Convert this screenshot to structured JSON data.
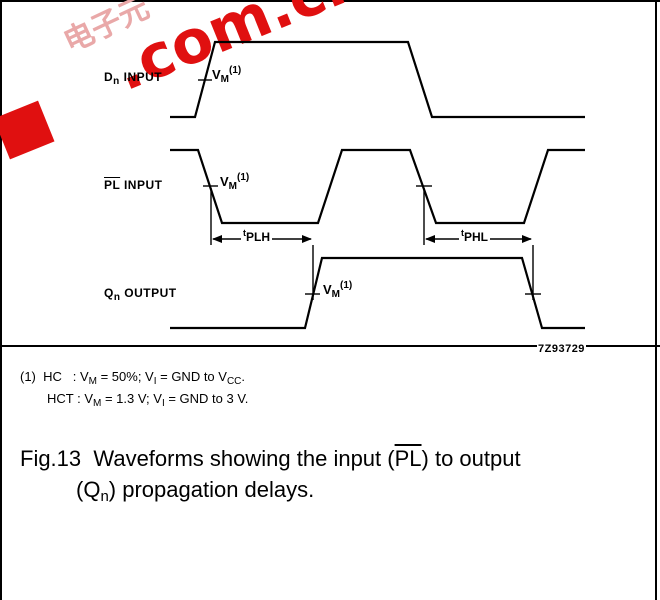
{
  "signals": {
    "dn": {
      "base": "D",
      "sub": "n",
      "suffix": " INPUT"
    },
    "pl": {
      "overlined": "PL",
      "suffix": " INPUT"
    },
    "qn": {
      "base": "Q",
      "sub": "n",
      "suffix": " OUTPUT"
    }
  },
  "vm_marker": {
    "base": "V",
    "sub": "M",
    "sup": "(1)"
  },
  "timings": {
    "tplh": {
      "t": "t",
      "sub": "PLH"
    },
    "tphl": {
      "t": "t",
      "sub": "PHL"
    }
  },
  "figure_code": "7Z93729",
  "notes": {
    "number": "(1)",
    "hc_label": "HC",
    "hc": {
      "a": "V",
      "a_sub": "M",
      "b": " = 50%; V",
      "b_sub": "I",
      "c": " = GND to V",
      "c_sub": "CC",
      "d": "."
    },
    "hct_label": "HCT",
    "hct": {
      "a": "V",
      "a_sub": "M",
      "b": " = 1.3 V; V",
      "b_sub": "I",
      "c": " = GND to 3 V."
    }
  },
  "caption": {
    "number": "Fig.13",
    "part1": "Waveforms showing the input (",
    "overlined": "PL",
    "part2": ") to output",
    "part3a": "(Q",
    "part3_sub": "n",
    "part3b": ") propagation delays."
  },
  "watermark": {
    "text": ".com.cn",
    "chars": "电子元",
    "color": "#e01010"
  }
}
